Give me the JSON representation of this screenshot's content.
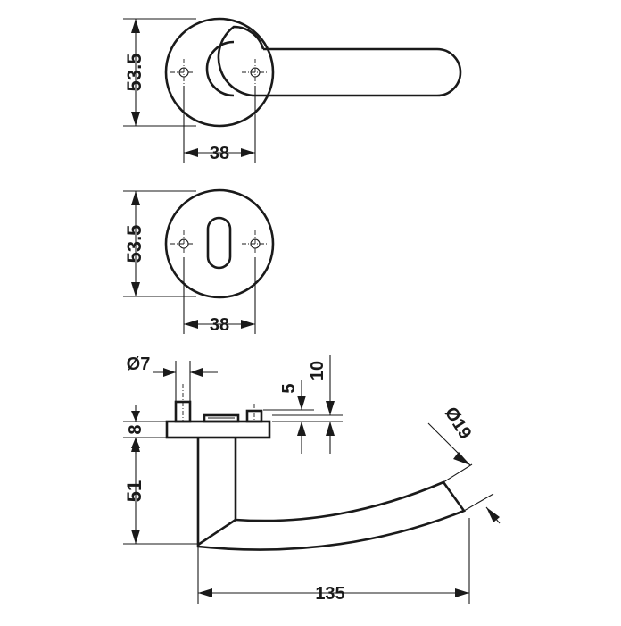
{
  "colors": {
    "line": "#1a1a1a",
    "background": "#ffffff"
  },
  "view_top": {
    "rosette_height": "53.5",
    "screw_spacing": "38"
  },
  "view_middle": {
    "rosette_height": "53.5",
    "screw_spacing": "38"
  },
  "view_side": {
    "pin_diameter": "Ø7",
    "offset_small": "5",
    "offset_large": "10",
    "rosette_thickness": "8",
    "neck_height": "51",
    "handle_diameter": "Ø19",
    "handle_length": "135"
  }
}
